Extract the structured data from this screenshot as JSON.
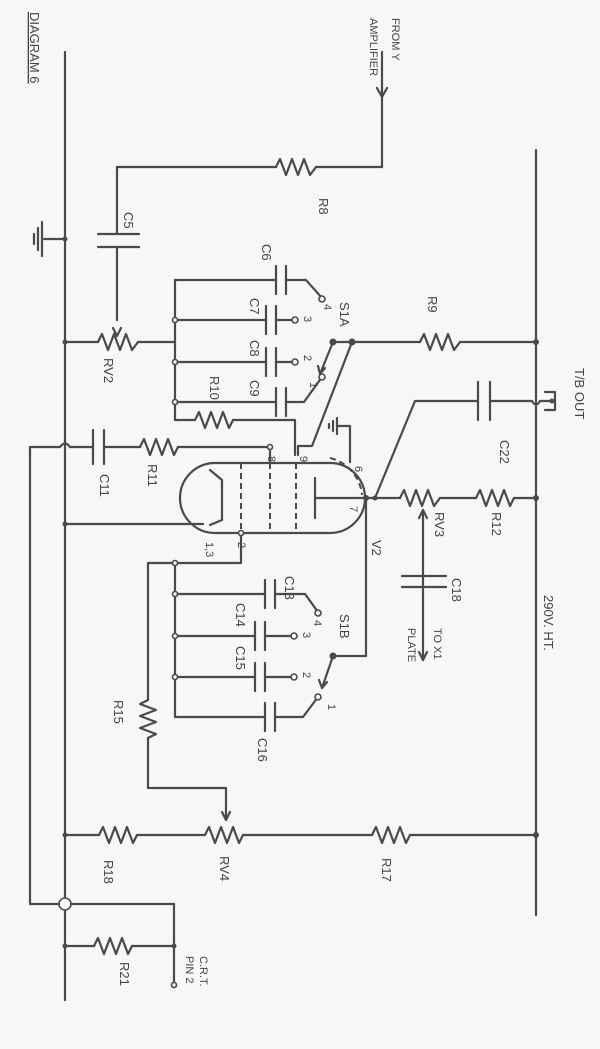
{
  "title": "DIAGRAM 6",
  "labels": {
    "input": "FROM Y",
    "input2": "AMPLIFIER",
    "tb_out": "T/B OUT",
    "ht": "290V. HT.",
    "to_x1": "TO X1",
    "plate": "PLATE",
    "crt": "C.R.T.",
    "crt_pin": "PIN 2",
    "tube": "V2",
    "switch_a": "S1A",
    "switch_b": "S1B"
  },
  "components": {
    "R8": "R8",
    "R9": "R9",
    "R10": "R10",
    "R11": "R11",
    "R12": "R12",
    "R15": "R15",
    "R17": "R17",
    "R18": "R18",
    "R21": "R21",
    "RV2": "RV2",
    "RV3": "RV3",
    "RV4": "RV4",
    "C5": "C5",
    "C6": "C6",
    "C7": "C7",
    "C8": "C8",
    "C9": "C9",
    "C11": "C11",
    "C13": "C13",
    "C14": "C14",
    "C15": "C15",
    "C16": "C16",
    "C18": "C18",
    "C22": "C22"
  },
  "switch_positions": [
    "1",
    "2",
    "3",
    "4"
  ],
  "tube_pins": [
    "1,3",
    "2",
    "6",
    "7",
    "8",
    "9"
  ]
}
